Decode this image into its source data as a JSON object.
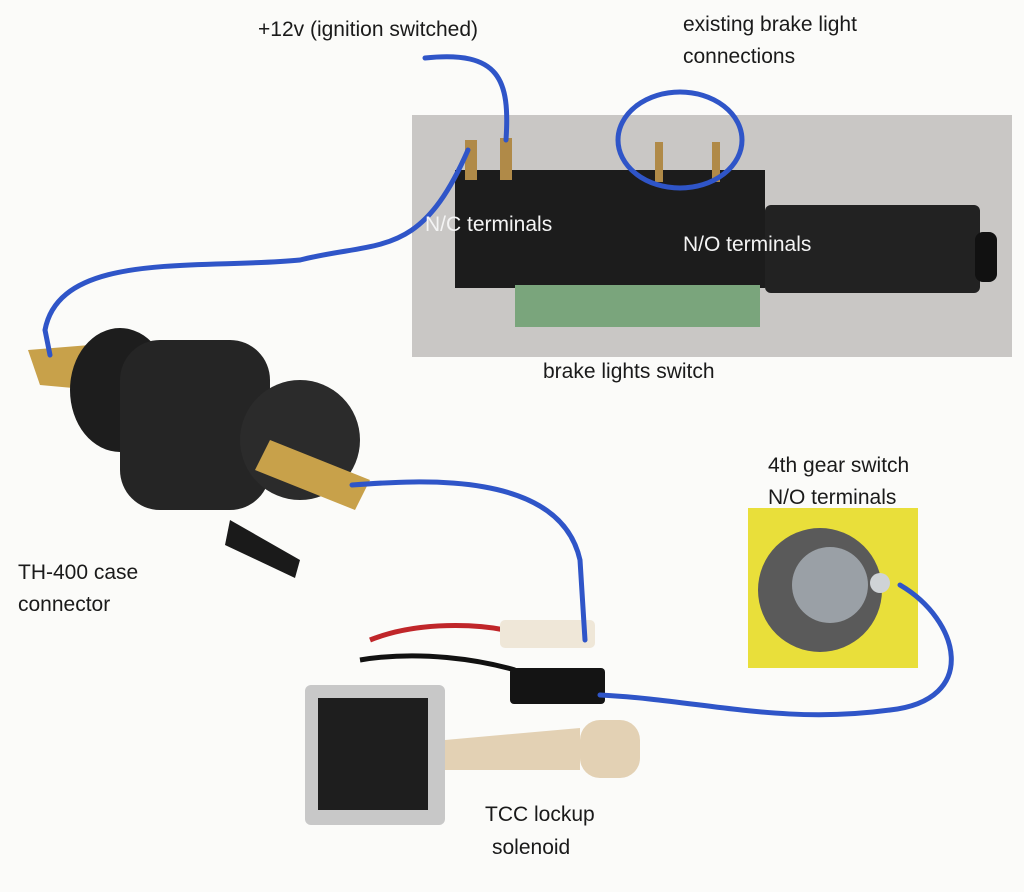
{
  "labels": {
    "ignition": "+12v (ignition switched)",
    "existing_line1": "existing brake light",
    "existing_line2": "connections",
    "nc_terminals": "N/C terminals",
    "no_terminals": "N/O terminals",
    "brake_switch": "brake lights switch",
    "gear_line1": "4th gear switch",
    "gear_line2": "N/O terminals",
    "connector_line1": "TH-400 case",
    "connector_line2": "connector",
    "solenoid_line1": "TCC lockup",
    "solenoid_line2": "solenoid"
  },
  "colors": {
    "wire": "#2f55c8",
    "photo_bg": "#c9c7c5",
    "gear_bg": "#e9df3a"
  }
}
